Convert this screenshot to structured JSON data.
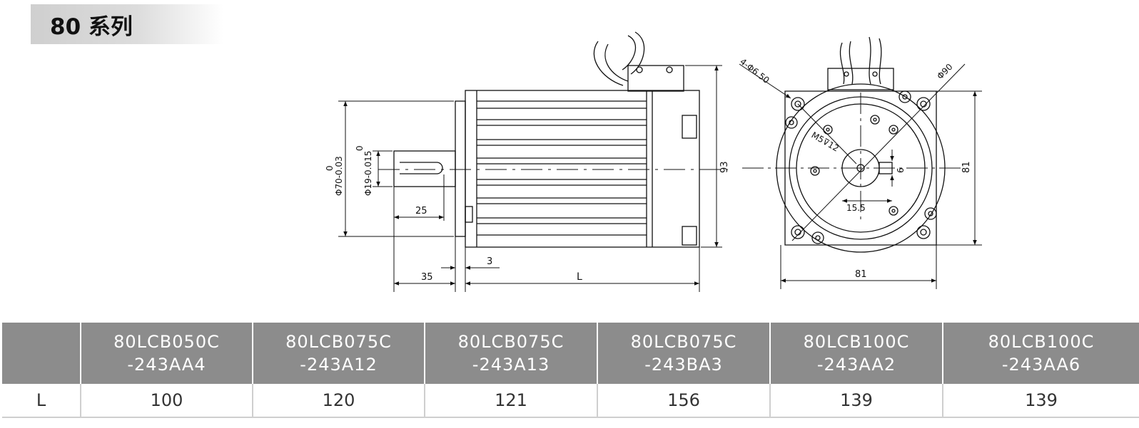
{
  "header": {
    "title": "80 系列"
  },
  "drawing": {
    "side_view": {
      "label_flange_dia_top": "0",
      "label_flange_dia": "Φ70-0.03",
      "label_shaft_dia_top": "0",
      "label_shaft_dia": "Φ19-0.015",
      "label_key_length": "25",
      "label_shaft_length": "35",
      "label_flange_thickness": "3",
      "label_body_length": "L",
      "label_height": "93"
    },
    "front_view": {
      "label_mount_holes": "4-Φ6.50",
      "label_bolt_circle": "Φ90",
      "label_tapped_hole": "M5⊽12",
      "label_key_width": "6",
      "label_key_height": "15.5",
      "label_width": "81",
      "label_height": "81"
    }
  },
  "table": {
    "corner_label": "",
    "models": [
      {
        "line1": "80LCB050C",
        "line2": "-243AA4"
      },
      {
        "line1": "80LCB075C",
        "line2": "-243A12"
      },
      {
        "line1": "80LCB075C",
        "line2": "-243A13"
      },
      {
        "line1": "80LCB075C",
        "line2": "-243BA3"
      },
      {
        "line1": "80LCB100C",
        "line2": "-243AA2"
      },
      {
        "line1": "80LCB100C",
        "line2": "-243AA6"
      }
    ],
    "row_label": "L",
    "values": [
      "100",
      "120",
      "121",
      "156",
      "139",
      "139"
    ]
  }
}
